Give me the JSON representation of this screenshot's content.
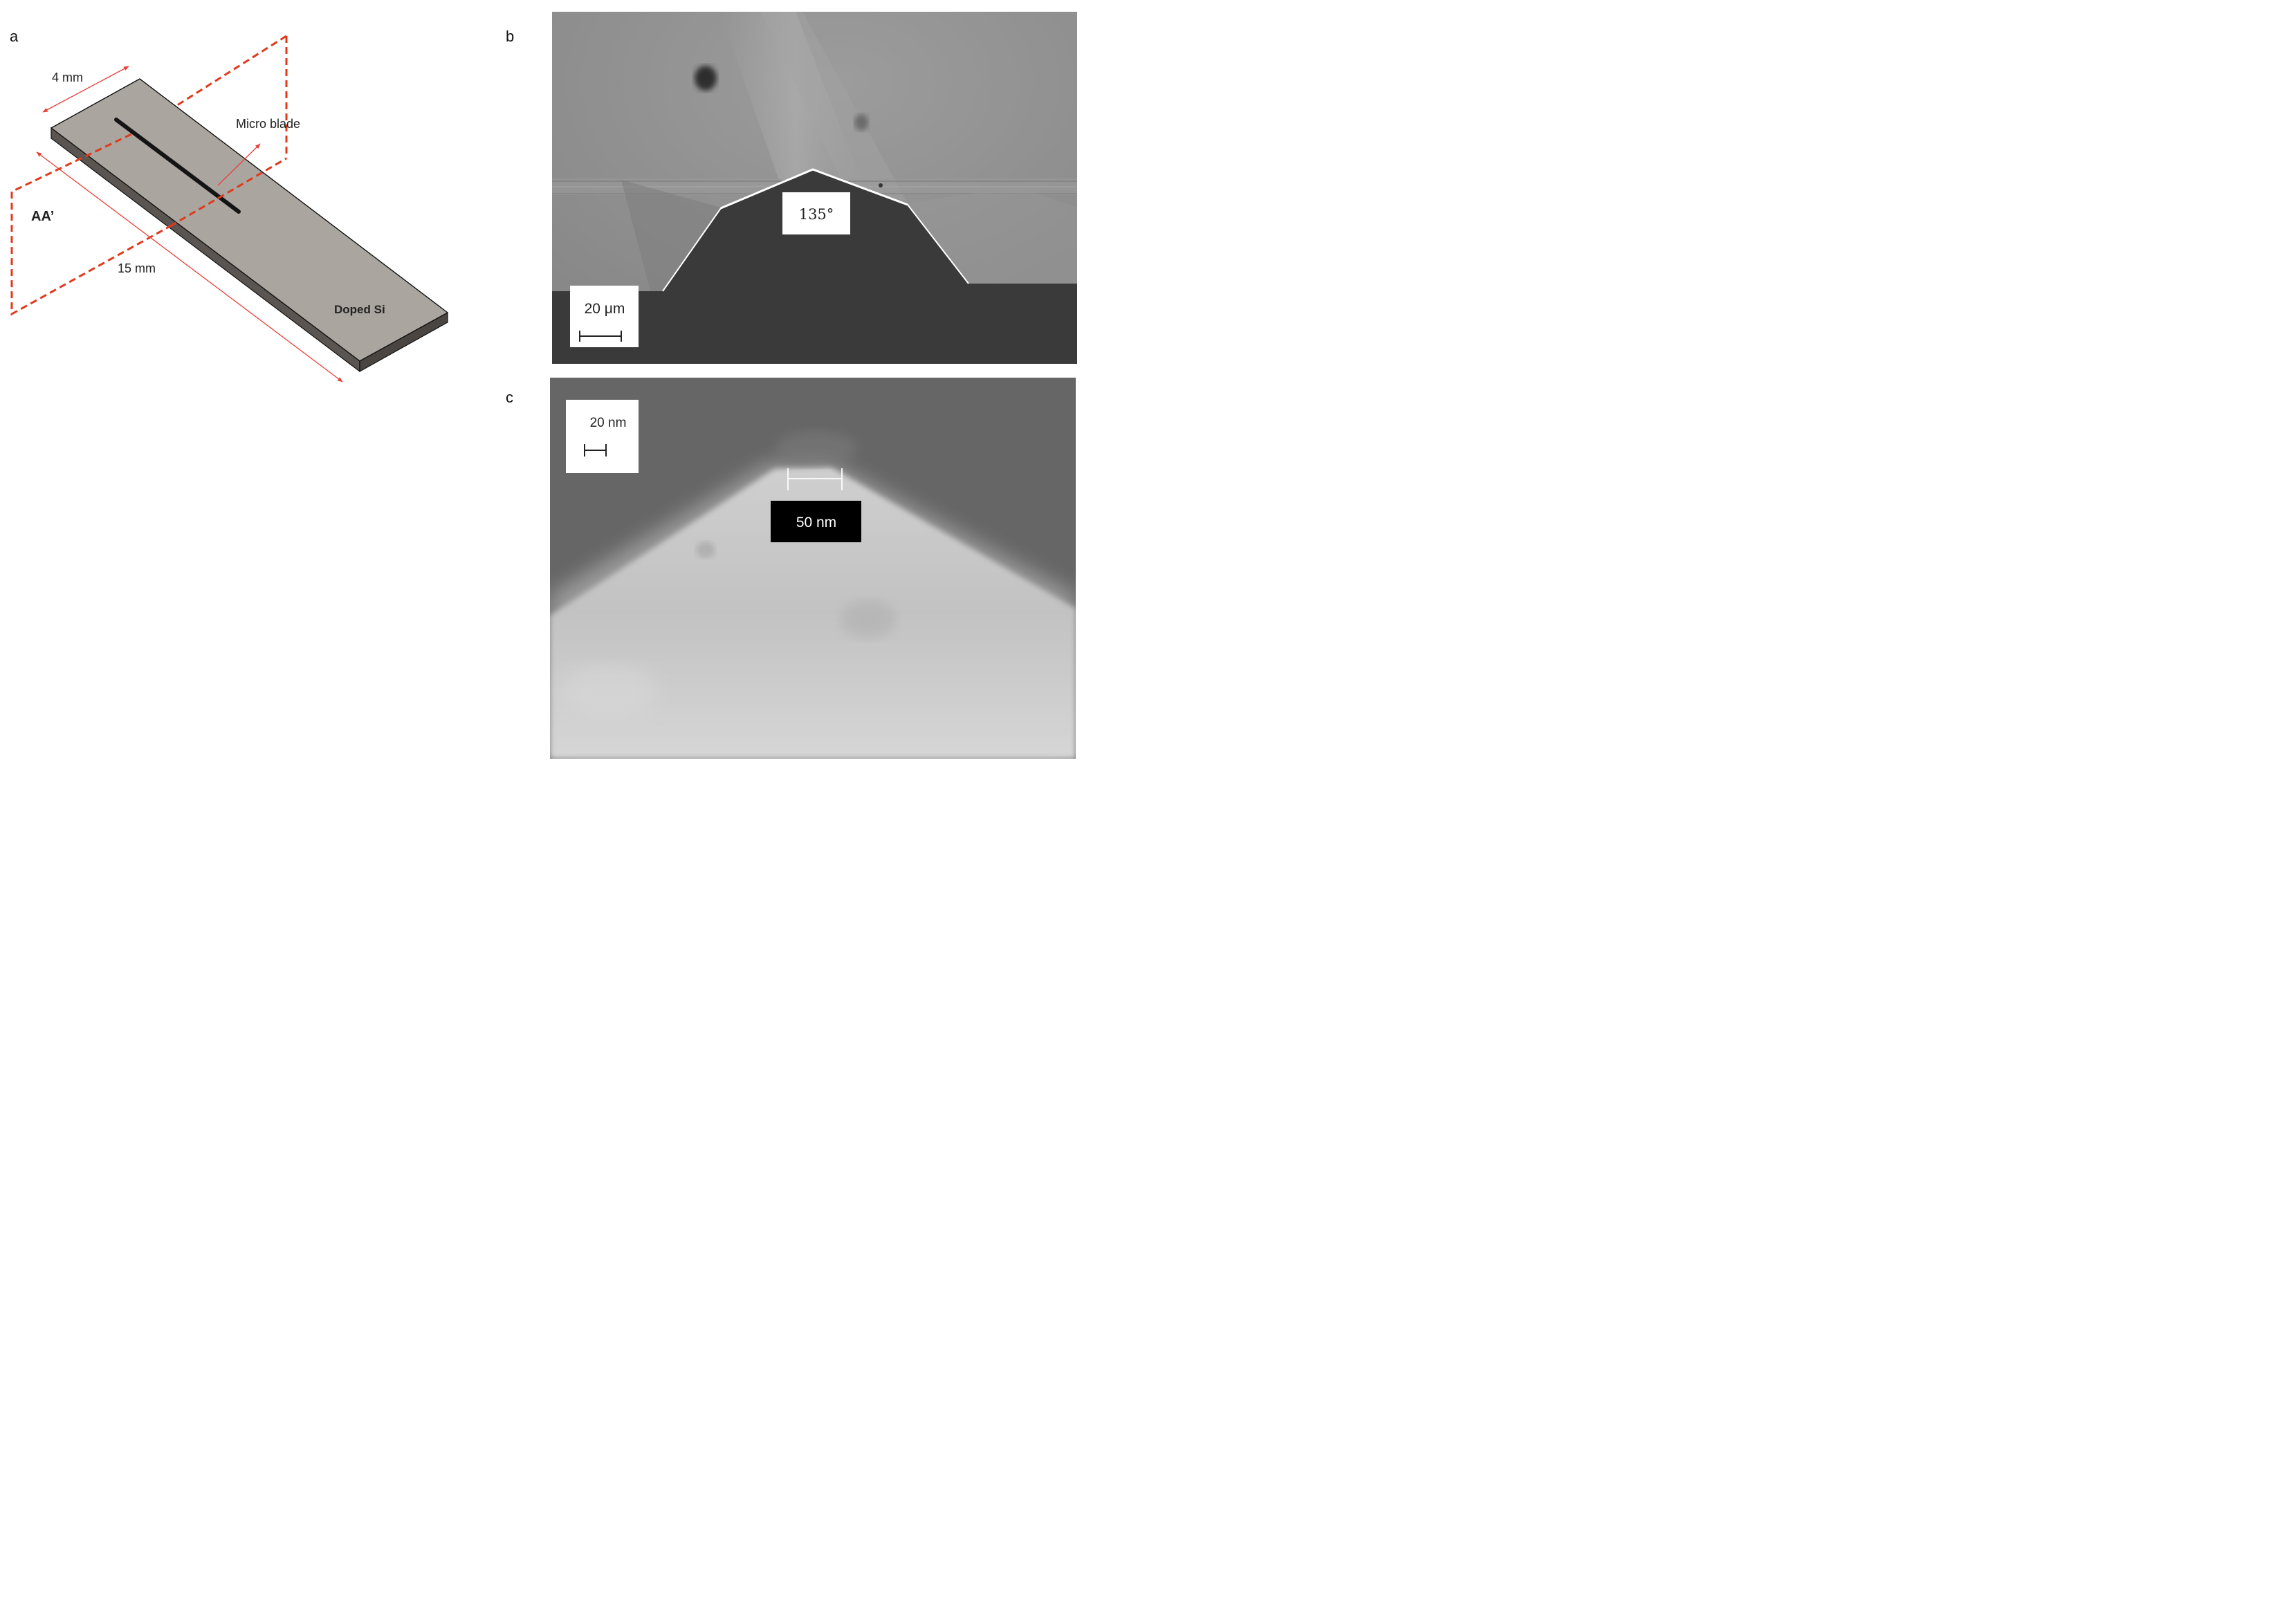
{
  "panel_a": {
    "letter": "a",
    "dim_width": "4 mm",
    "dim_length": "15 mm",
    "blade_label": "Micro blade",
    "plane_label": "AA’",
    "material_label": "Doped Si",
    "colors": {
      "plane": "#e03a1e",
      "arrow": "#e8413a",
      "top_face": "#aaa59e",
      "side_face": "#5a5550",
      "blade": "#141414"
    }
  },
  "panel_b": {
    "letter": "b",
    "angle_label": "135°",
    "scale_label": "20 μm",
    "colors": {
      "background": "#8e8e8e",
      "tip": "#3a3a3a",
      "outline": "#ffffff"
    }
  },
  "panel_c": {
    "letter": "c",
    "scale_label": "20 nm",
    "width_label": "50 nm",
    "colors": {
      "background": "#666666",
      "tip": "#c0c0c0",
      "label_box": "#000000"
    }
  }
}
